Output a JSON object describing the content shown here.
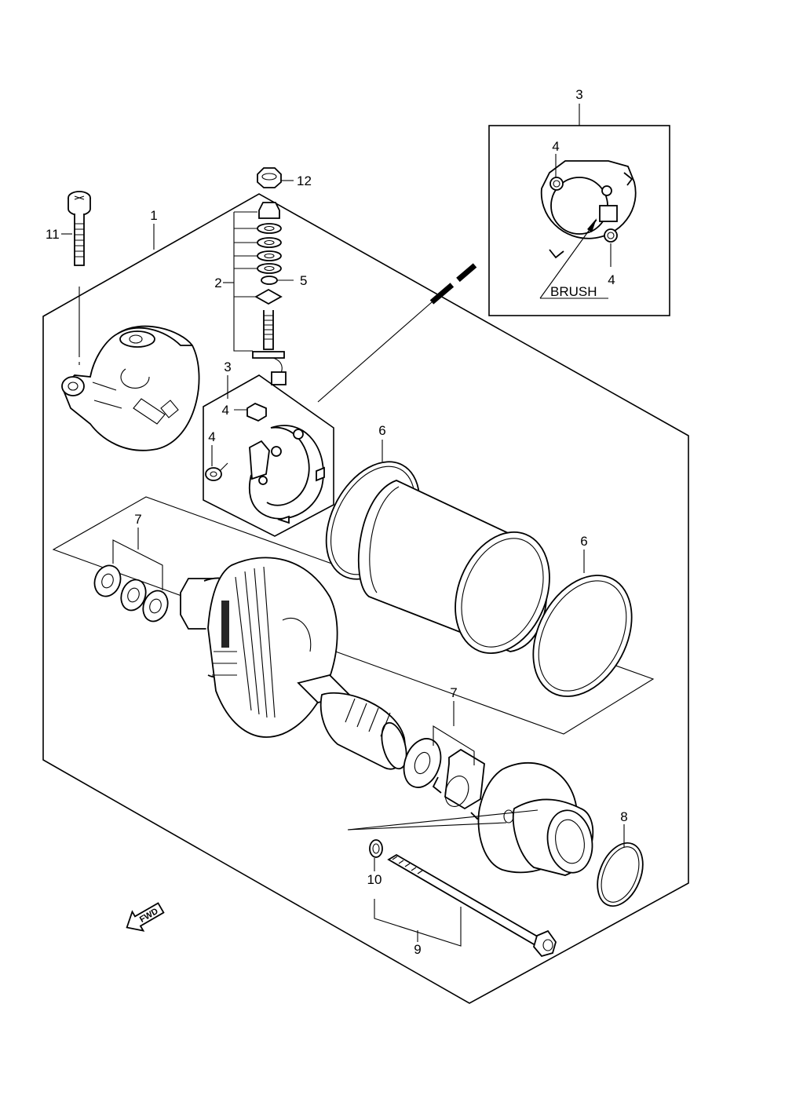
{
  "callouts": {
    "c1": "1",
    "c2": "2",
    "c3_inset": "3",
    "c3_main": "3",
    "c4_inset_top": "4",
    "c4_inset_bottom": "4",
    "c4_main_a": "4",
    "c4_main_b": "4",
    "c5": "5",
    "c6_top": "6",
    "c6_right": "6",
    "c7_left": "7",
    "c7_right": "7",
    "c8": "8",
    "c9": "9",
    "c10": "10",
    "c11": "11",
    "c12": "12"
  },
  "inset": {
    "brush_label": "BRUSH"
  },
  "direction_marker": {
    "label": "FWD"
  }
}
